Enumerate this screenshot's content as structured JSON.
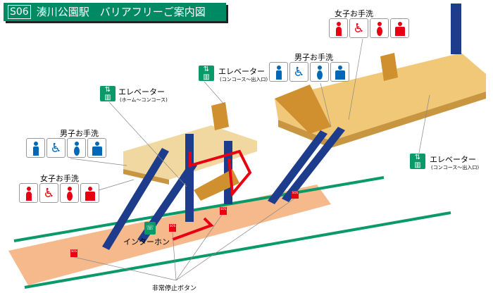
{
  "title": {
    "code": "S06",
    "text": "湊川公園駅　バリアフリーご案内図"
  },
  "colors": {
    "brand": "#008a64",
    "platform": "#f5b98c",
    "concourse": "#f0c878",
    "escalator": "#1e3c8c",
    "route": "#e60012",
    "toilet_men": "#0068b7",
    "toilet_women": "#e60012"
  },
  "elevators": [
    {
      "label": "エレベーター",
      "sub": "(ホーム～コンコース)"
    },
    {
      "label": "エレベーター",
      "sub": "(コンコース～出入口)"
    },
    {
      "label": "エレベーター",
      "sub": "(コンコース～出入口)"
    }
  ],
  "toilets": [
    {
      "label": "女子お手洗",
      "icons": [
        "woman-icon",
        "wheelchair-icon",
        "baby-icon",
        "ostomate-icon"
      ]
    },
    {
      "label": "男子お手洗",
      "icons": [
        "man-icon",
        "wheelchair-icon",
        "baby-icon",
        "ostomate-icon"
      ]
    },
    {
      "label": "男子お手洗",
      "icons": [
        "man-icon",
        "wheelchair-icon",
        "baby-icon",
        "ostomate-icon"
      ]
    },
    {
      "label": "女子お手洗",
      "icons": [
        "woman-icon",
        "wheelchair-icon",
        "baby-icon",
        "ostomate-icon"
      ]
    }
  ],
  "intercom": {
    "label": "インターホン"
  },
  "emergency": {
    "label": "非常停止ボタン",
    "badge": "SOS"
  }
}
